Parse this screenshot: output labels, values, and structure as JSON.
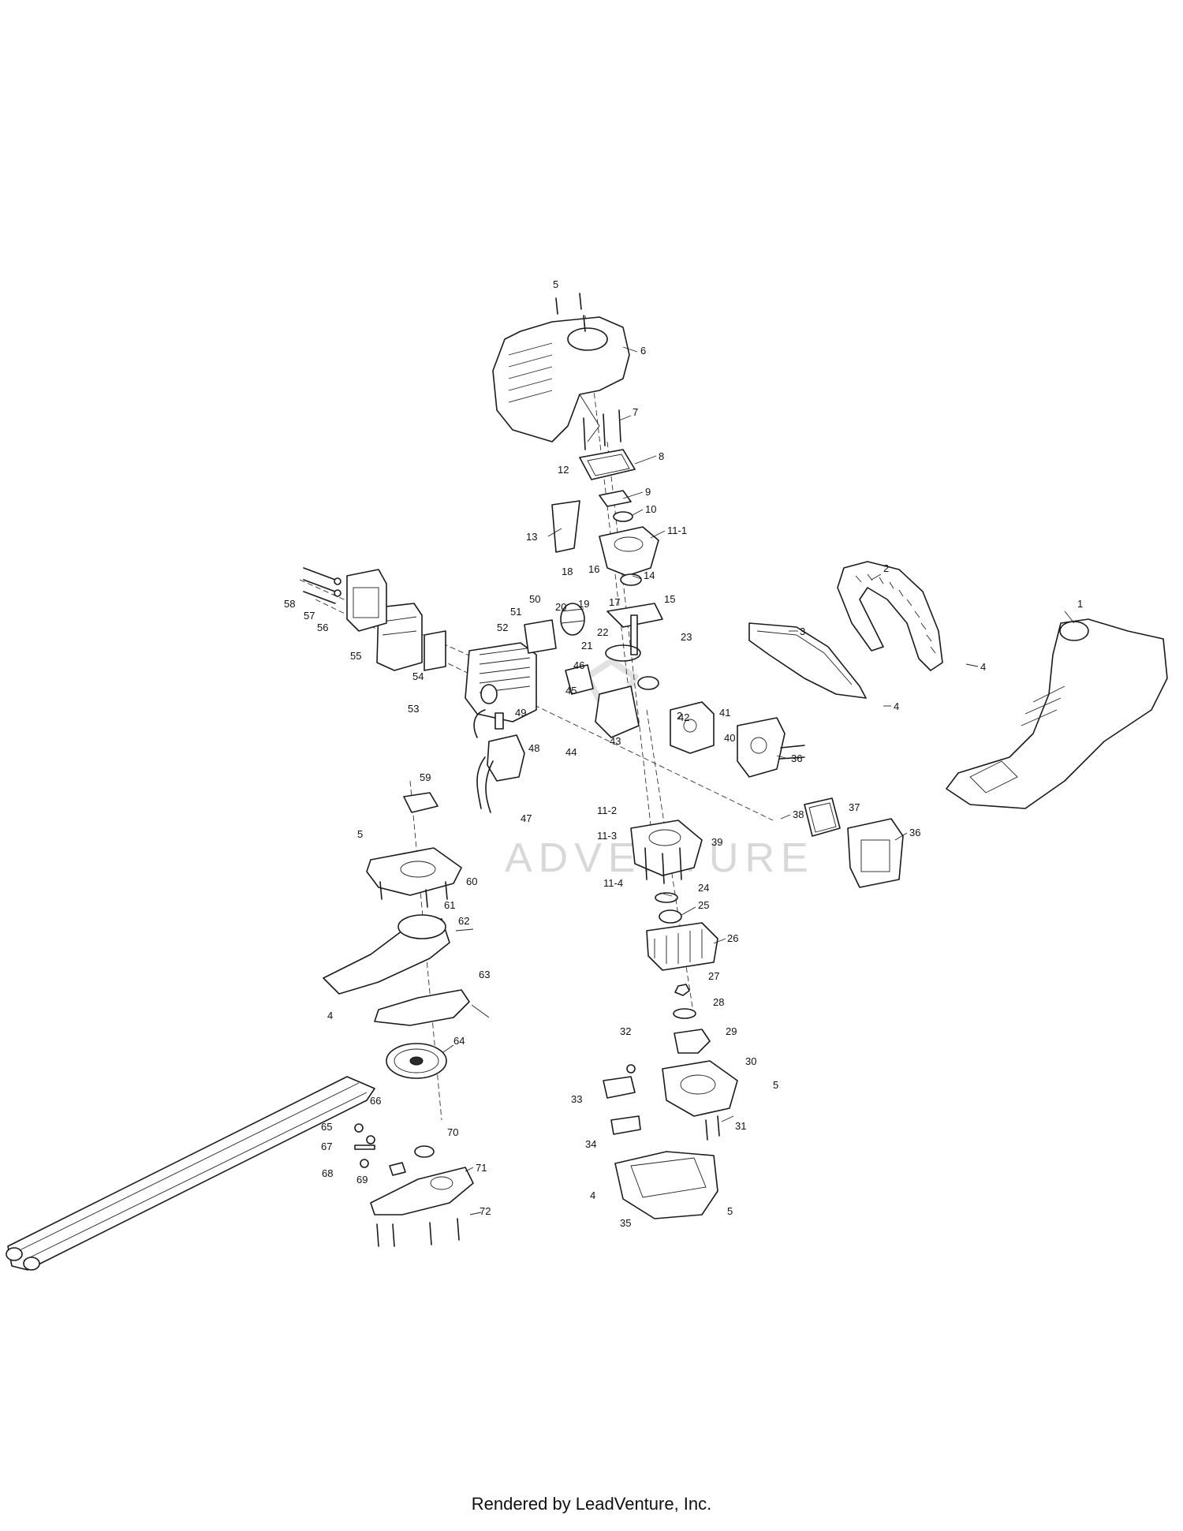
{
  "footer": "Rendered by LeadVenture, Inc.",
  "watermark": "ADVENTURE",
  "callouts": [
    "1",
    "2",
    "3",
    "4",
    "5",
    "6",
    "7",
    "8",
    "9",
    "10",
    "11-1",
    "11-2",
    "11-3",
    "11-4",
    "12",
    "13",
    "14",
    "15",
    "16",
    "17",
    "18",
    "19",
    "20",
    "21",
    "22",
    "23",
    "24",
    "25",
    "26",
    "27",
    "28",
    "29",
    "30",
    "31",
    "32",
    "33",
    "34",
    "35",
    "36",
    "37",
    "38",
    "39",
    "40",
    "41",
    "42",
    "43",
    "44",
    "45",
    "46",
    "47",
    "48",
    "49",
    "50",
    "51",
    "52",
    "53",
    "54",
    "55",
    "56",
    "57",
    "58",
    "59",
    "60",
    "61",
    "62",
    "63",
    "64",
    "65",
    "66",
    "67",
    "68",
    "69",
    "70",
    "71",
    "72"
  ]
}
